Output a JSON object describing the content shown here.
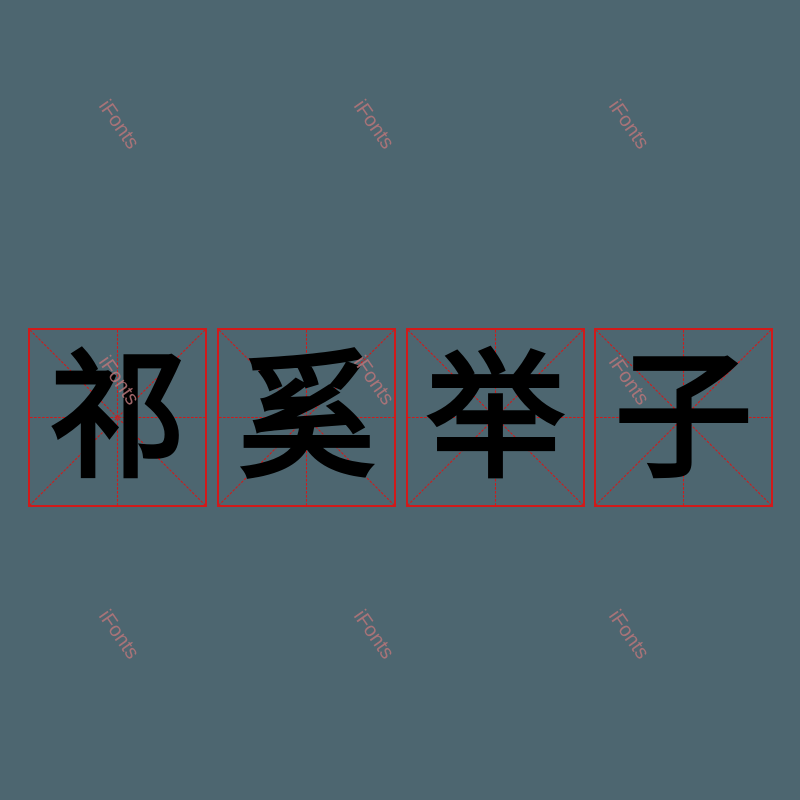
{
  "watermark": "iFonts",
  "characters": [
    "祁",
    "奚",
    "举",
    "子"
  ],
  "colors": {
    "background": "#4d6670",
    "grid": "#d11a1a",
    "glyph": "#000000",
    "watermark": "#b8767a"
  }
}
